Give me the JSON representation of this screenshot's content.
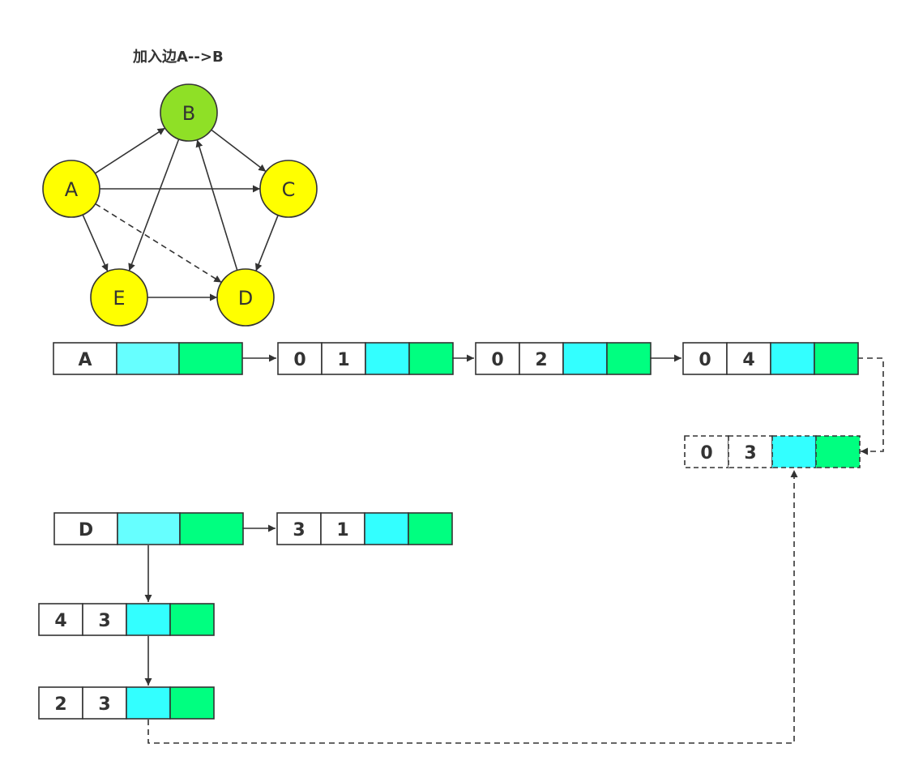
{
  "title": "加入边A-->B",
  "colors": {
    "vertex_default": "#FFFF00",
    "vertex_highlight": "#8FE026",
    "cell_cyan": "#33FFFF",
    "cell_cyan_light": "#66FFFF",
    "cell_green": "#00FF80",
    "stroke": "#333333"
  },
  "graph": {
    "vertices": [
      {
        "id": "A",
        "label": "A",
        "highlight": false
      },
      {
        "id": "B",
        "label": "B",
        "highlight": true
      },
      {
        "id": "C",
        "label": "C",
        "highlight": false
      },
      {
        "id": "D",
        "label": "D",
        "highlight": false
      },
      {
        "id": "E",
        "label": "E",
        "highlight": false
      }
    ],
    "edges": [
      {
        "from": "A",
        "to": "B",
        "style": "solid"
      },
      {
        "from": "A",
        "to": "C",
        "style": "solid"
      },
      {
        "from": "A",
        "to": "D",
        "style": "dashed"
      },
      {
        "from": "A",
        "to": "E",
        "style": "solid"
      },
      {
        "from": "B",
        "to": "C",
        "style": "solid"
      },
      {
        "from": "B",
        "to": "E",
        "style": "solid"
      },
      {
        "from": "C",
        "to": "D",
        "style": "solid"
      },
      {
        "from": "D",
        "to": "B",
        "style": "solid"
      },
      {
        "from": "E",
        "to": "D",
        "style": "solid"
      }
    ]
  },
  "structure": {
    "headA": {
      "label": "A"
    },
    "rowA": [
      {
        "vals": [
          "0",
          "1"
        ],
        "dashed": false
      },
      {
        "vals": [
          "0",
          "2"
        ],
        "dashed": false
      },
      {
        "vals": [
          "0",
          "4"
        ],
        "dashed": false
      }
    ],
    "newNode": {
      "vals": [
        "0",
        "3"
      ],
      "dashed": true
    },
    "headD": {
      "label": "D"
    },
    "rowD": [
      {
        "vals": [
          "3",
          "1"
        ],
        "dashed": false
      }
    ],
    "colD": [
      {
        "vals": [
          "4",
          "3"
        ],
        "dashed": false
      },
      {
        "vals": [
          "2",
          "3"
        ],
        "dashed": false
      }
    ]
  }
}
